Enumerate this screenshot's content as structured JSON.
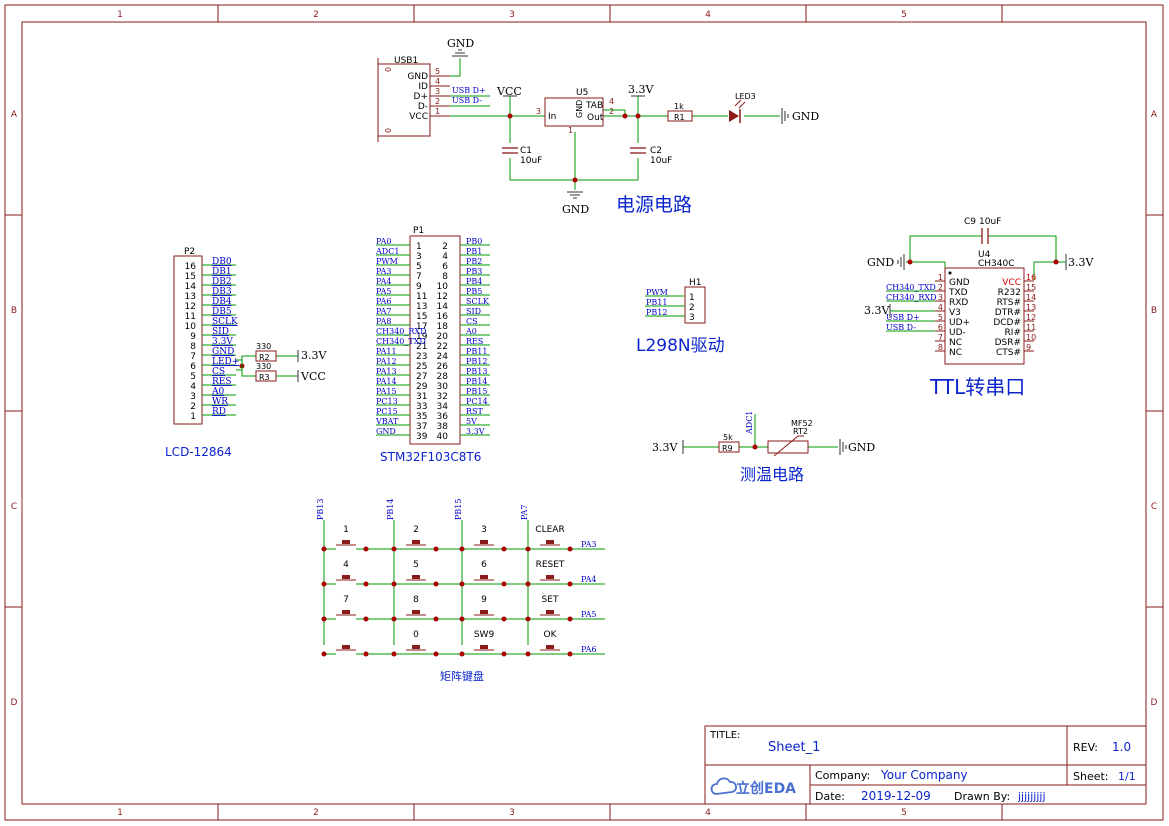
{
  "frame": {
    "col_labels": [
      "1",
      "2",
      "3",
      "4",
      "5"
    ],
    "row_labels": [
      "A",
      "B",
      "C",
      "D"
    ]
  },
  "power": {
    "usb_ref": "USB1",
    "usb_pins": [
      "GND",
      "ID",
      "D+",
      "D-",
      "VCC"
    ],
    "usb_pin_nums": [
      "5",
      "4",
      "3",
      "2",
      "1"
    ],
    "usb_side": [
      "0",
      "0"
    ],
    "usb_nets": [
      "USB D+",
      "USB D-"
    ],
    "vcc": "VCC",
    "gnd_top": "GND",
    "gnd_mid": "GND",
    "gnd_right": "GND",
    "reg_ref": "U5",
    "reg_in": "In",
    "reg_gnd": "GND",
    "reg_tab": "TAB",
    "reg_out": "Out",
    "reg_pin3": "3",
    "reg_pin1": "1",
    "reg_pin4": "4",
    "reg_pin2": "2",
    "v33": "3.3V",
    "c1_ref": "C1",
    "c1_val": "10uF",
    "c2_ref": "C2",
    "c2_val": "10uF",
    "r1_val": "1k",
    "r1_ref": "R1",
    "led_ref": "LED3",
    "title": "电源电路"
  },
  "lcd": {
    "ref": "P2",
    "pins": [
      "16",
      "15",
      "14",
      "13",
      "12",
      "11",
      "10",
      "9",
      "8",
      "7",
      "6",
      "5",
      "4",
      "3",
      "2",
      "1"
    ],
    "nets": [
      "DB0",
      "DB1",
      "DB2",
      "DB3",
      "DB4",
      "DB5",
      "SCLK",
      "SID",
      "3.3V",
      "GND",
      "LED+",
      "CS",
      "RES",
      "A0",
      "WR",
      "RD"
    ],
    "r2_val": "330",
    "r2_ref": "R2",
    "r2_net": "3.3V",
    "r3_val": "330",
    "r3_ref": "R3",
    "r3_net": "VCC",
    "title": "LCD-12864"
  },
  "mcu": {
    "ref": "P1",
    "left_nets": [
      "PA0",
      "ADC1",
      "PWM",
      "PA3",
      "PA4",
      "PA5",
      "PA6",
      "PA7",
      "PA8",
      "CH340_RXD",
      "CH340_TXD",
      "PA11",
      "PA12",
      "PA13",
      "PA14",
      "PA15",
      "PC13",
      "PC15",
      "VBAT",
      "GND"
    ],
    "left_pins": [
      "1",
      "3",
      "5",
      "7",
      "9",
      "11",
      "13",
      "15",
      "17",
      "19",
      "21",
      "23",
      "25",
      "27",
      "29",
      "31",
      "33",
      "35",
      "37",
      "39"
    ],
    "right_pins": [
      "2",
      "4",
      "6",
      "8",
      "10",
      "12",
      "14",
      "16",
      "18",
      "20",
      "22",
      "24",
      "26",
      "28",
      "30",
      "32",
      "34",
      "36",
      "38",
      "40"
    ],
    "right_nets": [
      "PB0",
      "PB1",
      "PB2",
      "PB3",
      "PB4",
      "PB5",
      "SCLK",
      "SID",
      "CS",
      "A0",
      "RES",
      "PB11",
      "PB12",
      "PB13",
      "PB14",
      "PB15",
      "PC14",
      "RST",
      "5V",
      "3.3V"
    ],
    "title": "STM32F103C8T6"
  },
  "motor": {
    "ref": "H1",
    "nets": [
      "PWM",
      "PB11",
      "PB12"
    ],
    "pins": [
      "1",
      "2",
      "3"
    ],
    "title": "L298N驱动"
  },
  "uart": {
    "c9_ref": "C9",
    "c9_val": "10uF",
    "u4_ref": "U4",
    "u4_val": "CH340C",
    "gnd": "GND",
    "v33_right": "3.3V",
    "v33_left": "3.3V",
    "left_pins": [
      "1",
      "2",
      "3",
      "4",
      "5",
      "6",
      "7",
      "8"
    ],
    "left_names": [
      "GND",
      "TXD",
      "RXD",
      "V3",
      "UD+",
      "UD-",
      "NC",
      "NC"
    ],
    "right_pins": [
      "16",
      "15",
      "14",
      "13",
      "12",
      "11",
      "10",
      "9"
    ],
    "right_names": [
      "VCC",
      "R232",
      "RTS#",
      "DTR#",
      "DCD#",
      "RI#",
      "DSR#",
      "CTS#"
    ],
    "nets": [
      "CH340_TXD",
      "CH340_RXD",
      "USB D+",
      "USB D-"
    ],
    "title": "TTL转串口"
  },
  "temp": {
    "adc": "ADC1",
    "v33": "3.3V",
    "r9_val": "5k",
    "r9_ref": "R9",
    "rt_val": "MF52",
    "rt_ref": "RT2",
    "gnd": "GND",
    "title": "测温电路"
  },
  "keypad": {
    "col_nets": [
      "PB13",
      "PB14",
      "PB15",
      "PA7"
    ],
    "row_nets": [
      "PA3",
      "PA4",
      "PA5",
      "PA6"
    ],
    "keys": [
      [
        "1",
        "2",
        "3",
        "CLEAR"
      ],
      [
        "4",
        "5",
        "6",
        "RESET"
      ],
      [
        "7",
        "8",
        "9",
        "SET"
      ],
      [
        "",
        "0",
        "SW9",
        "OK"
      ]
    ],
    "title": "矩阵键盘"
  },
  "titleblock": {
    "title_label": "TITLE:",
    "title_value": "Sheet_1",
    "rev_label": "REV:",
    "rev_value": "1.0",
    "logo": "立创EDA",
    "company_label": "Company:",
    "company_value": "Your Company",
    "sheet_label": "Sheet:",
    "sheet_value": "1/1",
    "date_label": "Date:",
    "date_value": "2019-12-09",
    "drawn_label": "Drawn By:",
    "drawn_value": "jjjjjjjjj"
  },
  "colors": {
    "frame": "#8b1a1a",
    "wire": "#009900",
    "net": "#0000cc",
    "junction": "#aa0000",
    "power_sym": "#555555",
    "title": "#0b24cc"
  }
}
